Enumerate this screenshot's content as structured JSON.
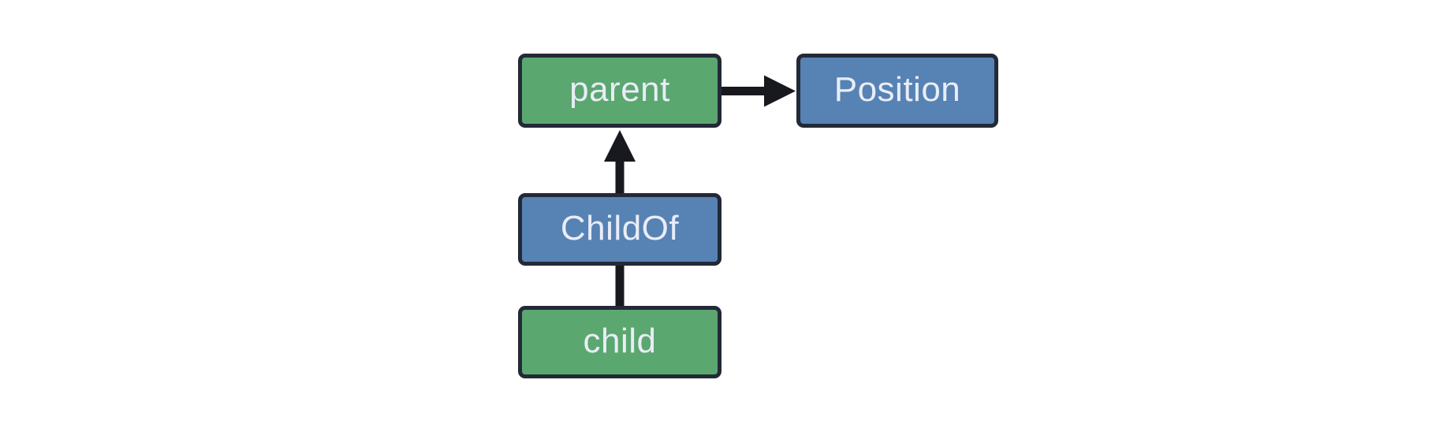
{
  "diagram": {
    "nodes": {
      "parent": {
        "label": "parent",
        "fill": "#5ba770"
      },
      "position": {
        "label": "Position",
        "fill": "#5782b4"
      },
      "childof": {
        "label": "ChildOf",
        "fill": "#5782b4"
      },
      "child": {
        "label": "child",
        "fill": "#5ba770"
      }
    },
    "edges": [
      {
        "from": "parent",
        "to": "Position",
        "arrowhead": true,
        "direction": "right"
      },
      {
        "from": "ChildOf",
        "to": "parent",
        "arrowhead": true,
        "direction": "up"
      },
      {
        "from": "child",
        "to": "ChildOf",
        "arrowhead": false,
        "direction": "up"
      }
    ]
  },
  "colors": {
    "background": "#ffffff",
    "node_green": "#5ba770",
    "node_blue": "#5782b4",
    "node_border": "#232936",
    "node_text": "#e9edf6",
    "edge": "#17191e"
  }
}
